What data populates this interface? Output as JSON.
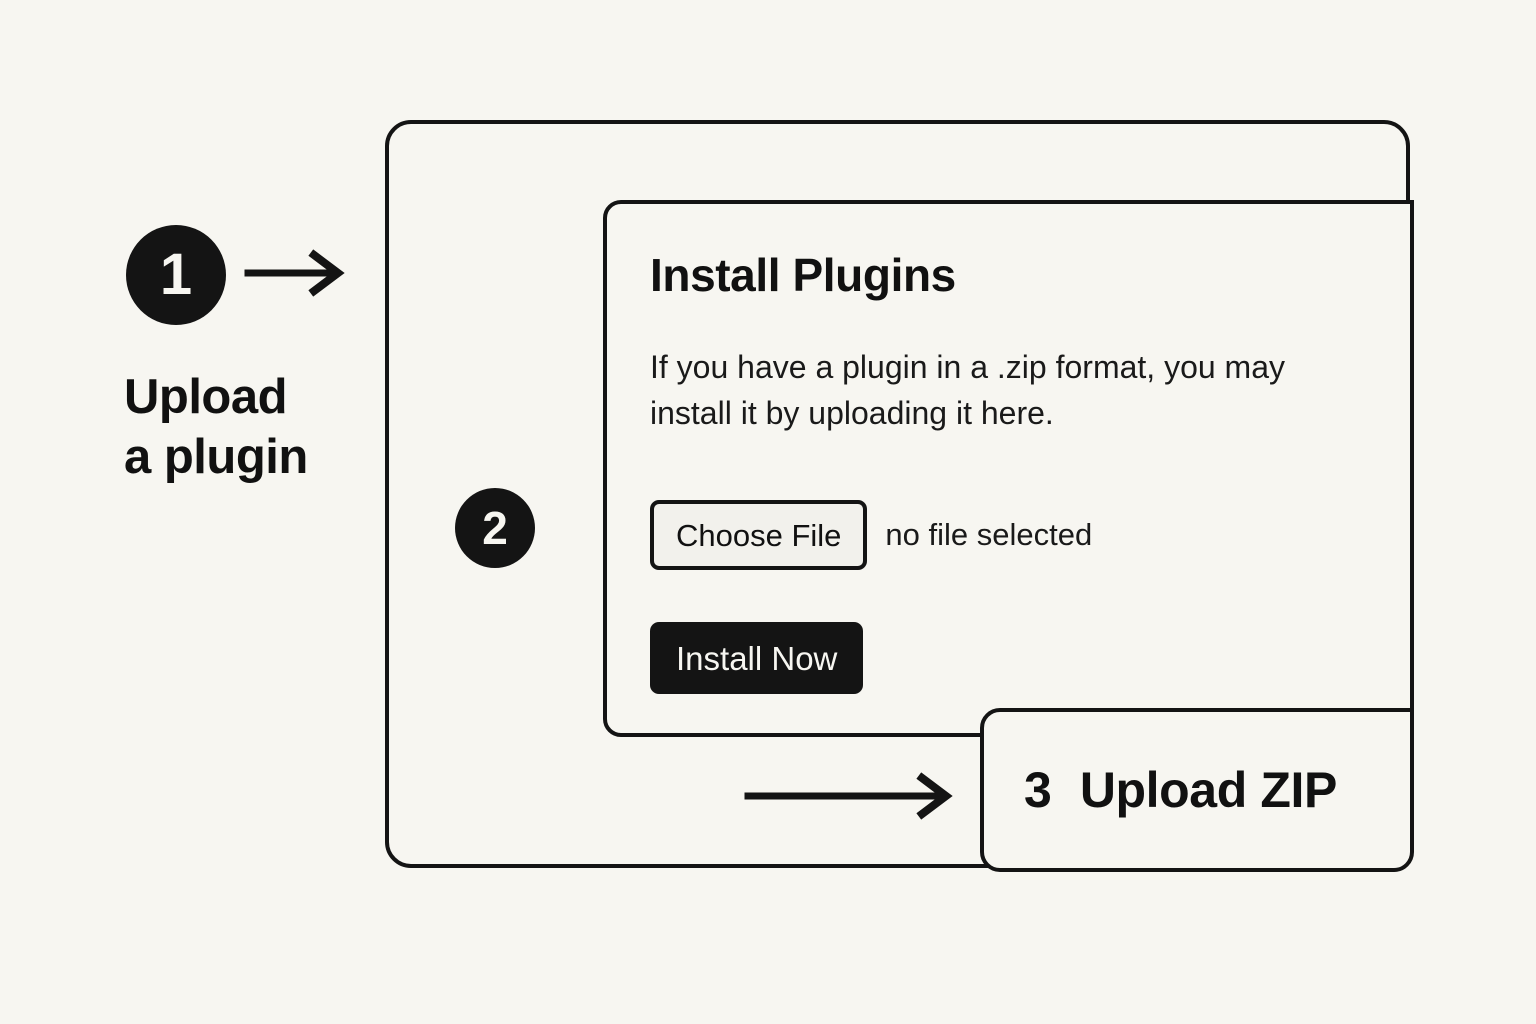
{
  "canvas": {
    "background_color": "#F7F6F1",
    "ink_color": "#141414"
  },
  "steps": [
    {
      "number": "1",
      "caption_line_1": "Upload",
      "caption_line_2": "a plugin"
    },
    {
      "number": "2"
    },
    {
      "number": "3",
      "label": "Upload ZIP"
    }
  ],
  "dialog": {
    "title": "Install Plugins",
    "description": "If you have a plugin in a .zip format, you may install it by uploading it here.",
    "file_picker": {
      "button_label": "Choose File",
      "status_text": "no file selected"
    },
    "submit_label": "Install Now"
  },
  "arrows": {
    "arrow_1_name": "arrow-right-icon",
    "arrow_2_name": "arrow-right-icon"
  }
}
